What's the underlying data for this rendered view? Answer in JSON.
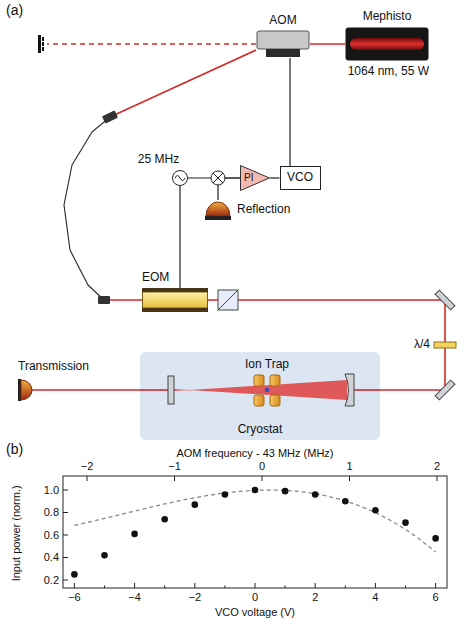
{
  "diagram": {
    "nodes": [
      {
        "text": [
          "AOM"
        ]
      },
      {
        "text": [
          "Mephisto",
          "1064 nm, 55 W"
        ]
      },
      {
        "text": [
          "VCO"
        ]
      },
      {
        "text": [
          "PI"
        ]
      },
      {
        "text": [
          "25 MHz"
        ]
      },
      {
        "text": [
          "EOM"
        ]
      },
      {
        "text": [
          "Reflection"
        ]
      },
      {
        "text": [
          "Cryostat"
        ]
      },
      {
        "text": [
          "Ion Trap"
        ],
        "in": 7
      },
      {
        "text": [
          "Transmission"
        ]
      }
    ],
    "edges": [
      {
        "from": 1,
        "to": 0,
        "arrow": "none"
      },
      {
        "from": 0,
        "to": 5,
        "arrow": "none"
      },
      {
        "from": 0,
        "to": 2,
        "arrow": "none"
      },
      {
        "from": 3,
        "to": 2,
        "arrow": "none"
      },
      {
        "from": 4,
        "to": 3,
        "arrow": "none"
      },
      {
        "from": 6,
        "to": 3,
        "arrow": "none"
      },
      {
        "from": 4,
        "to": 5,
        "arrow": "none"
      },
      {
        "from": 5,
        "to": 7,
        "arrow": "none"
      },
      {
        "from": 7,
        "to": 9,
        "arrow": "none"
      }
    ],
    "labels": [
      "(a)",
      "λ/4",
      "(b)",
      "AOM frequency - 43 MHz (MHz)",
      "−2",
      "−1",
      "0",
      "1",
      "2",
      "0.2",
      "0.4",
      "0.6",
      "0.8",
      "1.0",
      "−6",
      "−4",
      "−2",
      "0",
      "2",
      "4",
      "6",
      "Input power (norm.)",
      "VCO voltage (V)"
    ]
  }
}
